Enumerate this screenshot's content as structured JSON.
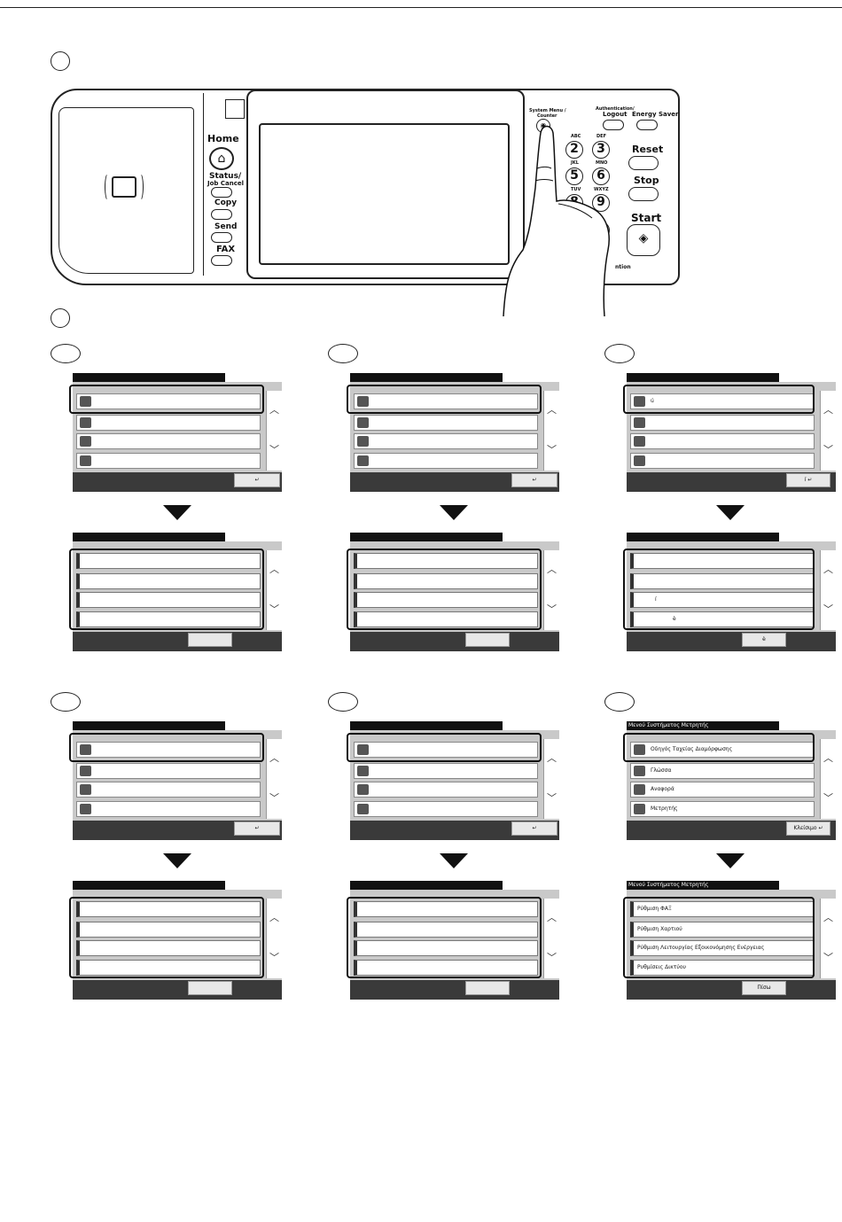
{
  "panel": {
    "left_buttons": {
      "home": "Home",
      "status": "Status/",
      "job_cancel": "Job Cancel",
      "copy": "Copy",
      "send": "Send",
      "fax": "FAX"
    },
    "keypad": {
      "system_menu": "System Menu /",
      "counter": "Counter",
      "authentication": "Authentication/",
      "logout": "Logout",
      "energy_saver": "Energy Saver",
      "reset": "Reset",
      "stop": "Stop",
      "start": "Start",
      "attention": "ntion",
      "keys": [
        {
          "digit": "2",
          "letters": "ABC"
        },
        {
          "digit": "3",
          "letters": "DEF"
        },
        {
          "digit": "5",
          "letters": "JKL"
        },
        {
          "digit": "6",
          "letters": "MNO"
        },
        {
          "digit": "8",
          "letters": "TUV"
        },
        {
          "digit": "9",
          "letters": "WXYZ"
        },
        {
          "digit": "#",
          "letters": ""
        }
      ]
    }
  },
  "icons": {
    "home": "home-icon",
    "nfc": "card-reader-icon",
    "up": "scroll-up-icon",
    "down": "scroll-down-icon",
    "enter": "enter-icon"
  },
  "screens_top": [
    {
      "items": [
        "",
        "",
        "",
        ""
      ],
      "close": ""
    },
    {
      "items": [
        "",
        "",
        "",
        ""
      ],
      "close": ""
    },
    {
      "items": [
        "ú",
        "",
        "",
        ""
      ],
      "close": "í"
    }
  ],
  "screens_bottom": [
    {
      "items": [
        "",
        "",
        "",
        ""
      ],
      "back": ""
    },
    {
      "items": [
        "",
        "",
        "",
        ""
      ],
      "back": ""
    },
    {
      "items": [
        "",
        "",
        "í",
        "è"
      ],
      "back": "è"
    }
  ],
  "screens_top2": [
    {
      "title": "",
      "items": [
        "",
        "",
        "",
        ""
      ],
      "close": ""
    },
    {
      "title": "",
      "items": [
        "",
        "",
        "",
        ""
      ],
      "close": ""
    },
    {
      "title": "Μενού Συστήματος Μετρητής",
      "items": [
        "Οδηγός Ταχείας Διαμόρφωσης",
        "Γλώσσα",
        "Αναφορά",
        "Μετρητής"
      ],
      "close": "Κλείσιμο"
    }
  ],
  "screens_bottom2": [
    {
      "title": "",
      "items": [
        "",
        "",
        "",
        ""
      ],
      "back": ""
    },
    {
      "title": "",
      "items": [
        "",
        "",
        "",
        ""
      ],
      "back": ""
    },
    {
      "title": "Μενού Συστήματος Μετρητής",
      "items": [
        "Ρύθμιση ΦΑΞ",
        "Ρύθμιση Χαρτιού",
        "Ρύθμιση Λειτουργίας Εξοικονόμησης Ενέργειας",
        "Ρυθμίσεις Δικτύου"
      ],
      "back": "Πίσω"
    }
  ]
}
